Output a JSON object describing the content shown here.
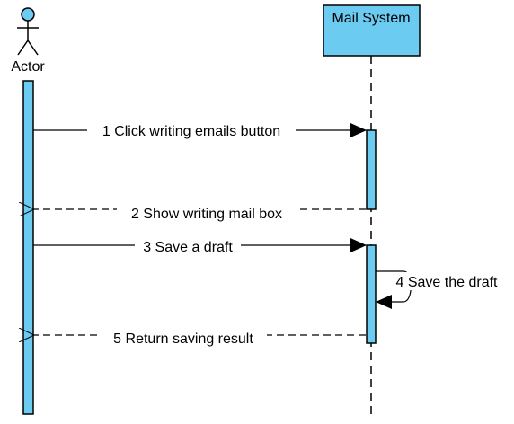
{
  "colors": {
    "fill": "#6ccbf0",
    "stroke": "#000000",
    "background": "#ffffff"
  },
  "actor": {
    "name": "Actor"
  },
  "system": {
    "name": "Mail System"
  },
  "messages": [
    {
      "label": "1 Click writing emails button",
      "kind": "sync",
      "direction": "to-system"
    },
    {
      "label": "2 Show writing mail box",
      "kind": "return",
      "direction": "to-actor"
    },
    {
      "label": "3 Save a draft",
      "kind": "sync",
      "direction": "to-system"
    },
    {
      "label": "4 Save the draft",
      "kind": "self",
      "direction": "self"
    },
    {
      "label": "5 Return saving result",
      "kind": "return",
      "direction": "to-actor"
    }
  ]
}
